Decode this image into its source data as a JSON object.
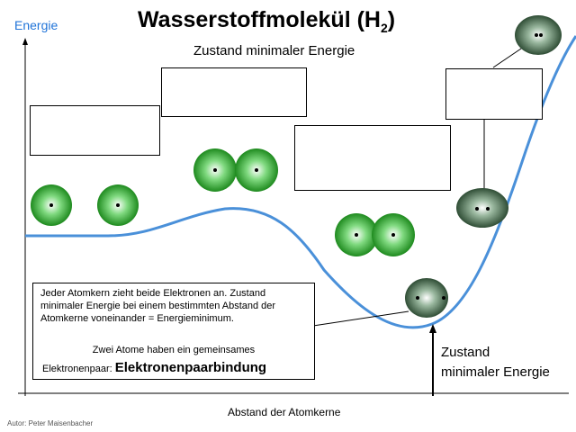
{
  "title": {
    "main": "Wasserstoffmolekül (H",
    "sub": "2",
    "end": ")"
  },
  "subtitle": "Zustand minimaler Energie",
  "axes": {
    "y_label": "Energie",
    "x_label": "Abstand der Atomkerne"
  },
  "colors": {
    "curve": "#4a90d9",
    "axis_label": "#1f73d8",
    "atom_green": "#2e9e2e",
    "molecule_dark": "#4a6a50"
  },
  "info_box": {
    "text": "Jeder Atomkern zieht beide Elektronen an.  Zustand minimaler Energie bei einem bestimmten Abstand der Atomkerne voneinander = Energieminimum.",
    "shared": "Zwei Atome haben ein gemeinsames",
    "pair_prefix": "Elektronenpaar: ",
    "pair_bold": "Elektronenpaarbindung"
  },
  "state_label": {
    "line1": "Zustand",
    "line2": "minimaler Energie"
  },
  "author": "Autor: Peter Maisenbacher"
}
